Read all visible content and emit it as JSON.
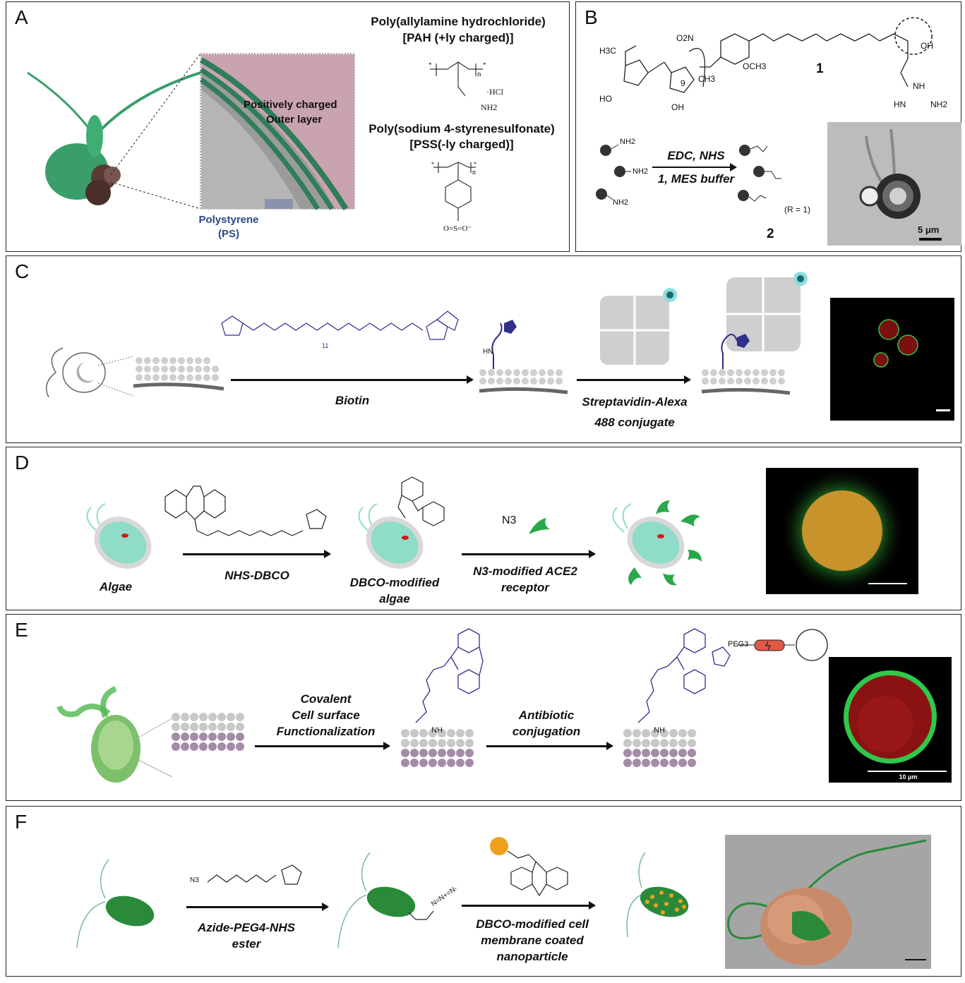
{
  "panels": {
    "A": {
      "label": "A",
      "pah_title": "Poly(allylamine hydrochloride)",
      "pah_charge": "[PAH (+ly charged)]",
      "pss_title": "Poly(sodium 4-styrenesulfonate)",
      "pss_charge": "[PSS(-ly charged)]",
      "outer_layer_line1": "Positively charged",
      "outer_layer_line2": "Outer layer",
      "ps_line1": "Polystyrene",
      "ps_line2": "(PS)",
      "hcl": "·HCl",
      "nh2": "NH2",
      "n": "n",
      "sulfonate": "O=S=O⁻"
    },
    "B": {
      "label": "B",
      "compound1": "1",
      "compound2": "2",
      "reagents_line1": "EDC, NHS",
      "reagents_line2": "1, MES buffer",
      "r_def": "(R = 1)",
      "nh2": "NH2",
      "scale_bar": "5 μm",
      "frag_o2n": "O2N",
      "frag_h3c": "H3C",
      "frag_och3": "OCH3",
      "frag_ch3": "CH3",
      "frag_ho": "HO",
      "frag_oh": "OH",
      "frag_nh": "NH",
      "frag_hn": "HN",
      "frag_nh2": "NH2",
      "frag_9": "9"
    },
    "C": {
      "label": "C",
      "step1": "Biotin",
      "step2_line1": "Streptavidin-Alexa",
      "step2_line2": "488 conjugate",
      "hn": "HN",
      "eleven": "11"
    },
    "D": {
      "label": "D",
      "start": "Algae",
      "step1": "NHS-DBCO",
      "intermediate_line1": "DBCO-modified",
      "intermediate_line2": "algae",
      "reagent": "N3",
      "step2_line1": "N3-modified ACE2",
      "step2_line2": "receptor"
    },
    "E": {
      "label": "E",
      "step1_line1": "Covalent",
      "step1_line2": "Cell surface",
      "step1_line3": "Functionalization",
      "step2_line1": "Antibiotic",
      "step2_line2": "conjugation",
      "peg": "PEG3",
      "nh": "NH",
      "scale_bar": "10 μm"
    },
    "F": {
      "label": "F",
      "step1_line1": "Azide-PEG4-NHS",
      "step1_line2": "ester",
      "step2_line1": "DBCO-modified cell",
      "step2_line2": "membrane coated",
      "step2_line3": "nanoparticle",
      "n3": "N3",
      "azide": "N=N+=N-"
    }
  },
  "colors": {
    "algae_green": "#3a9e6a",
    "particle_brown": "#5b3a35",
    "membrane_pink": "#c9a3b0",
    "chem_blue": "#2e2f8a",
    "fluor_green": "#2ec84a",
    "fluor_red": "#b01e1e",
    "np_orange": "#f0a020"
  }
}
